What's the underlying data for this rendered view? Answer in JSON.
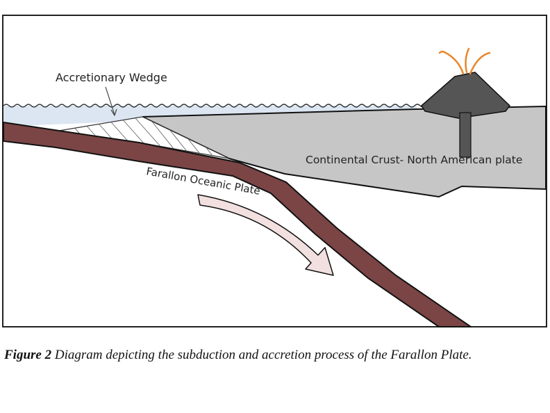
{
  "labels": {
    "accretionary_wedge": "Accretionary Wedge",
    "oceanic_plate": "Farallon Oceanic Plate",
    "continental_crust": "Continental Crust- North American plate"
  },
  "caption": {
    "label": "Figure 2",
    "text": " Diagram depicting the subduction and accretion process of the Farallon Plate."
  },
  "colors": {
    "ocean": "#dbe6f2",
    "oceanic_plate": "#7b4545",
    "continental_crust": "#c6c6c6",
    "volcano": "#555555",
    "lava": "#e8862a",
    "arrow_fill": "#f2e0e0"
  }
}
